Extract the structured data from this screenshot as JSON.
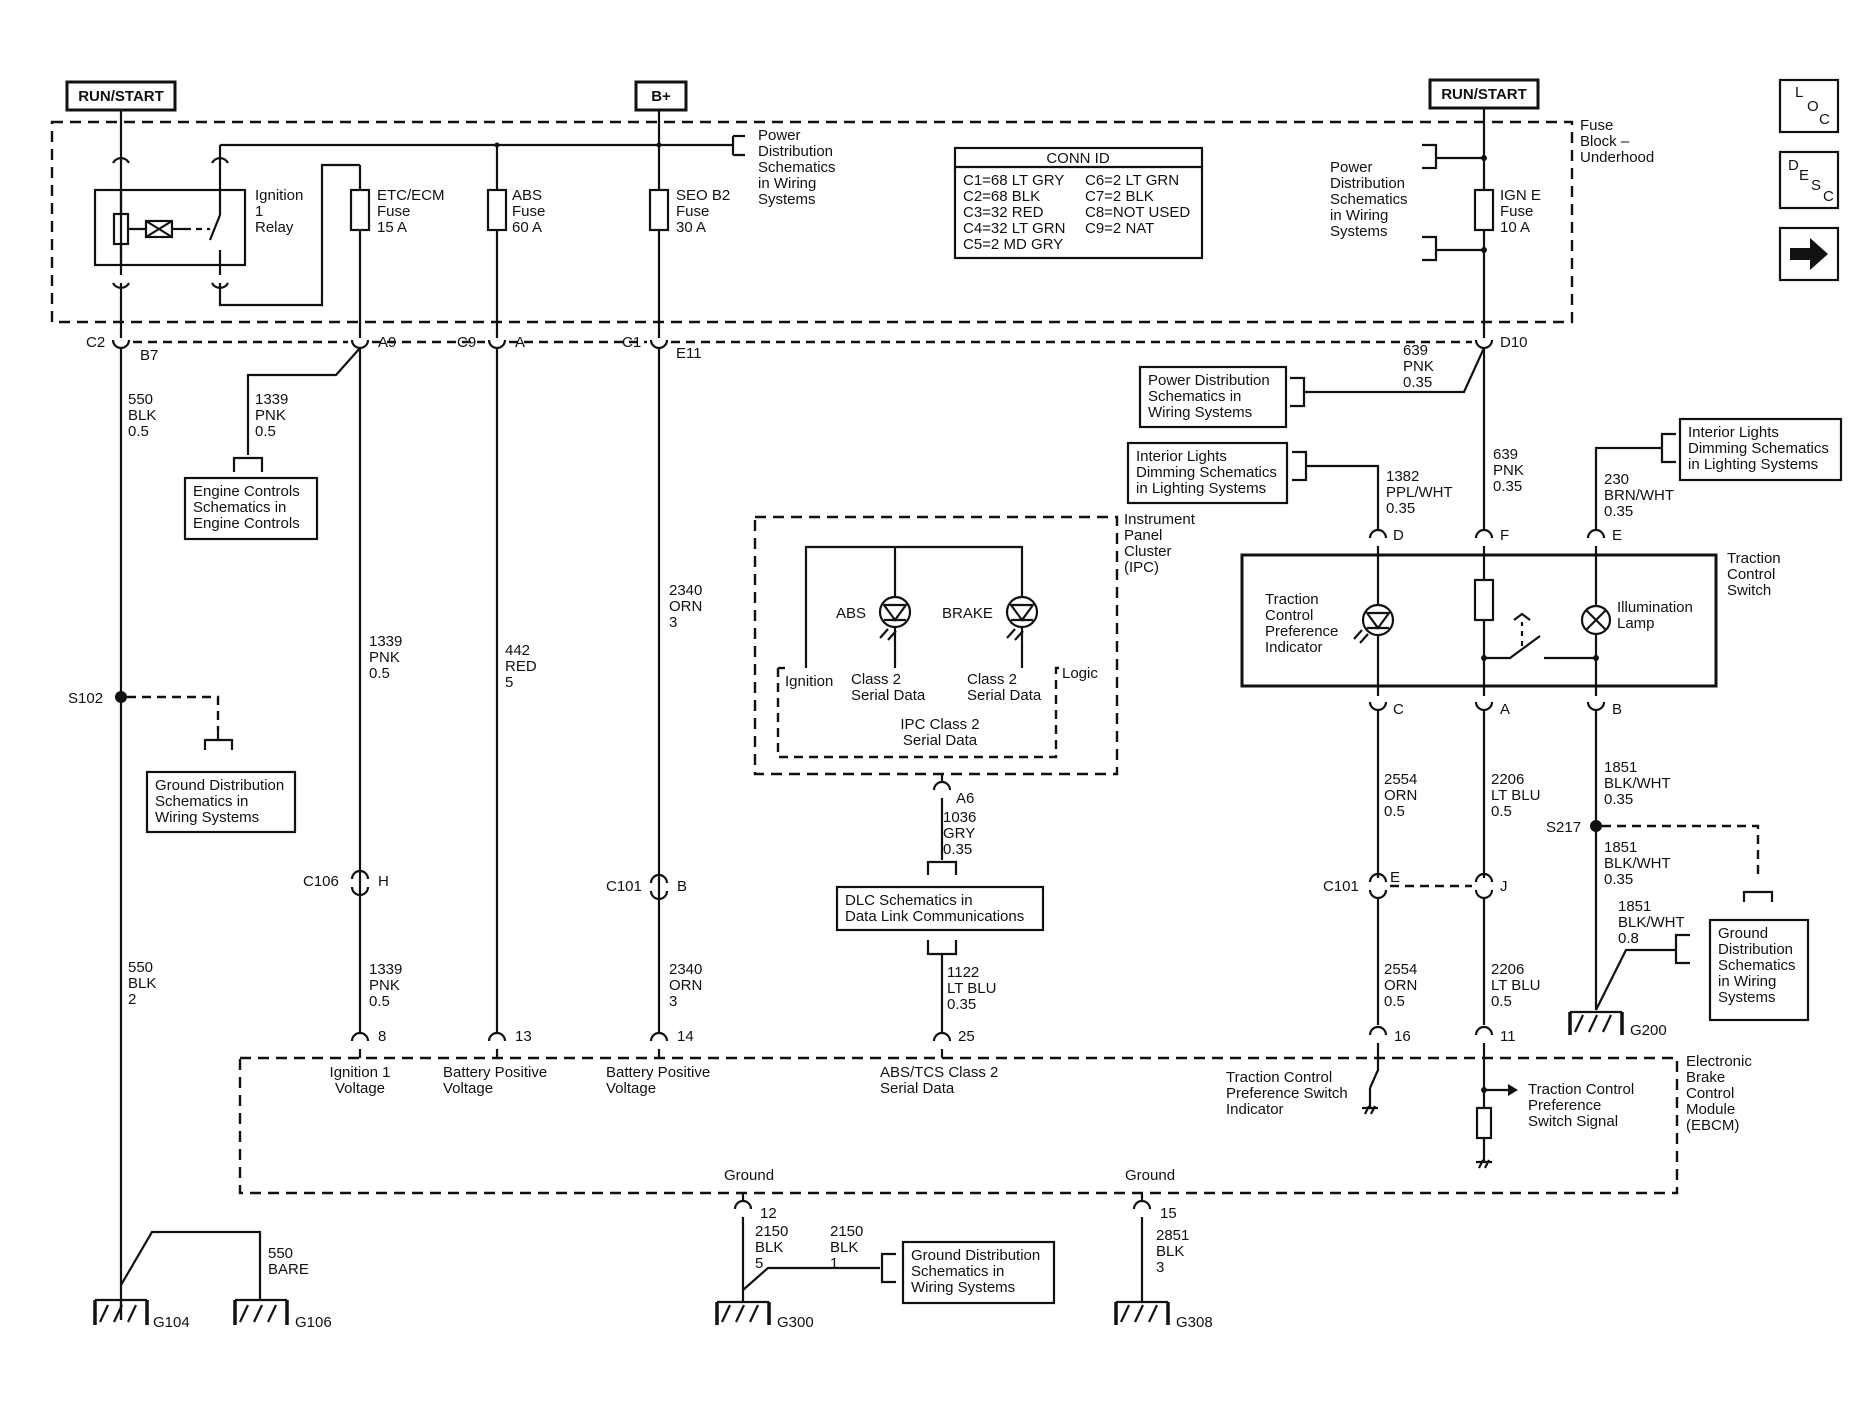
{
  "power": {
    "run_start_left": "RUN/START",
    "bplus": "B+",
    "run_start_right": "RUN/START"
  },
  "nav": {
    "loc": [
      "L",
      "O",
      "C"
    ],
    "desc": [
      "D",
      "E",
      "S",
      "C"
    ]
  },
  "fuse_block": {
    "label": [
      "Fuse",
      "Block –",
      "Underhood"
    ]
  },
  "relay": {
    "label": [
      "Ignition",
      "1",
      "Relay"
    ]
  },
  "fuses": {
    "etc": [
      "ETC/ECM",
      "Fuse",
      "15 A"
    ],
    "abs": [
      "ABS",
      "Fuse",
      "60 A"
    ],
    "seo": [
      "SEO B2",
      "Fuse",
      "30 A"
    ],
    "igne": [
      "IGN E",
      "Fuse",
      "10 A"
    ]
  },
  "power_dist_top": [
    "Power",
    "Distribution",
    "Schematics",
    "in Wiring",
    "Systems"
  ],
  "power_dist_right": [
    "Power",
    "Distribution",
    "Schematics",
    "in Wiring",
    "Systems"
  ],
  "conn_id": {
    "title": "CONN ID",
    "left": [
      "C1=68 LT GRY",
      "C2=68 BLK",
      "C3=32 RED",
      "C4=32 LT GRN",
      "C5=2 MD GRY"
    ],
    "right": [
      "C6=2 LT GRN",
      "C7=2 BLK",
      "C8=NOT USED",
      "C9=2 NAT"
    ]
  },
  "connectors": {
    "c2": "C2",
    "b7": "B7",
    "a9": "A9",
    "c9": "C9",
    "a": "A",
    "c1": "C1",
    "e11": "E11",
    "d10": "D10",
    "s102": "S102",
    "c106": "C106",
    "h": "H",
    "c101": "C101",
    "b": "B",
    "a6": "A6",
    "tcs_d": "D",
    "tcs_f": "F",
    "tcs_e": "E",
    "tcs_c": "C",
    "tcs_a": "A",
    "tcs_b": "B",
    "c101r": "C101",
    "e": "E",
    "j": "J",
    "s217": "S217",
    "p8": "8",
    "p13": "13",
    "p14": "14",
    "p25": "25",
    "p16": "16",
    "p11": "11",
    "p12": "12",
    "p15": "15"
  },
  "wires": {
    "w550a": [
      "550",
      "BLK",
      "0.5"
    ],
    "w1339a": [
      "1339",
      "PNK",
      "0.5"
    ],
    "w1339b": [
      "1339",
      "PNK",
      "0.5"
    ],
    "w1339c": [
      "1339",
      "PNK",
      "0.5"
    ],
    "w442": [
      "442",
      "RED",
      "5"
    ],
    "w2340a": [
      "2340",
      "ORN",
      "3"
    ],
    "w2340b": [
      "2340",
      "ORN",
      "3"
    ],
    "w550b": [
      "550",
      "BLK",
      "2"
    ],
    "w550bare": [
      "550",
      "BARE"
    ],
    "w639a": [
      "639",
      "PNK",
      "0.35"
    ],
    "w639b": [
      "639",
      "PNK",
      "0.35"
    ],
    "w1382": [
      "1382",
      "PPL/WHT",
      "0.35"
    ],
    "w230": [
      "230",
      "BRN/WHT",
      "0.35"
    ],
    "w1036": [
      "1036",
      "GRY",
      "0.35"
    ],
    "w1122": [
      "1122",
      "LT BLU",
      "0.35"
    ],
    "w2554a": [
      "2554",
      "ORN",
      "0.5"
    ],
    "w2554b": [
      "2554",
      "ORN",
      "0.5"
    ],
    "w2206a": [
      "2206",
      "LT BLU",
      "0.5"
    ],
    "w2206b": [
      "2206",
      "LT BLU",
      "0.5"
    ],
    "w1851a": [
      "1851",
      "BLK/WHT",
      "0.35"
    ],
    "w1851b": [
      "1851",
      "BLK/WHT",
      "0.35"
    ],
    "w1851c": [
      "1851",
      "BLK/WHT",
      "0.8"
    ],
    "w2150a": [
      "2150",
      "BLK",
      "5"
    ],
    "w2150b": [
      "2150",
      "BLK",
      "1"
    ],
    "w2851": [
      "2851",
      "BLK",
      "3"
    ]
  },
  "refs": {
    "engine": [
      "Engine Controls",
      "Schematics in",
      "Engine Controls"
    ],
    "ground_s102": [
      "Ground Distribution",
      "Schematics in",
      "Wiring Systems"
    ],
    "power_d10": [
      "Power Distribution",
      "Schematics in",
      "Wiring Systems"
    ],
    "interior_left": [
      "Interior Lights",
      "Dimming Schematics",
      "in Lighting Systems"
    ],
    "interior_right": [
      "Interior Lights",
      "Dimming Schematics",
      "in Lighting Systems"
    ],
    "dlc": [
      "DLC Schematics in",
      "Data Link Communications"
    ],
    "ground_s217": [
      "Ground",
      "Distribution",
      "Schematics",
      "in Wiring",
      "Systems"
    ],
    "ground_g300": [
      "Ground Distribution",
      "Schematics in",
      "Wiring Systems"
    ]
  },
  "ipc": {
    "label": [
      "Instrument",
      "Panel",
      "Cluster",
      "(IPC)"
    ],
    "abs": "ABS",
    "brake": "BRAKE",
    "ignition": "Ignition",
    "class2_a": [
      "Class 2",
      "Serial Data"
    ],
    "class2_b": [
      "Class 2",
      "Serial Data"
    ],
    "logic": "Logic",
    "serial": [
      "IPC Class 2",
      "Serial Data"
    ]
  },
  "tcs": {
    "label": [
      "Traction",
      "Control",
      "Switch"
    ],
    "indicator": [
      "Traction",
      "Control",
      "Preference",
      "Indicator"
    ],
    "lamp": [
      "Illumination",
      "Lamp"
    ]
  },
  "ebcm": {
    "label": [
      "Electronic",
      "Brake",
      "Control",
      "Module",
      "(EBCM)"
    ],
    "ign": [
      "Ignition 1",
      "Voltage"
    ],
    "batt1": [
      "Battery Positive",
      "Voltage"
    ],
    "batt2": [
      "Battery Positive",
      "Voltage"
    ],
    "serial": [
      "ABS/TCS Class 2",
      "Serial Data"
    ],
    "tcs_ind": [
      "Traction Control",
      "Preference Switch",
      "Indicator"
    ],
    "tcs_sig": [
      "Traction Control",
      "Preference",
      "Switch Signal"
    ],
    "ground_a": "Ground",
    "ground_b": "Ground"
  },
  "grounds": {
    "g104": "G104",
    "g106": "G106",
    "g300": "G300",
    "g308": "G308",
    "g200": "G200"
  }
}
